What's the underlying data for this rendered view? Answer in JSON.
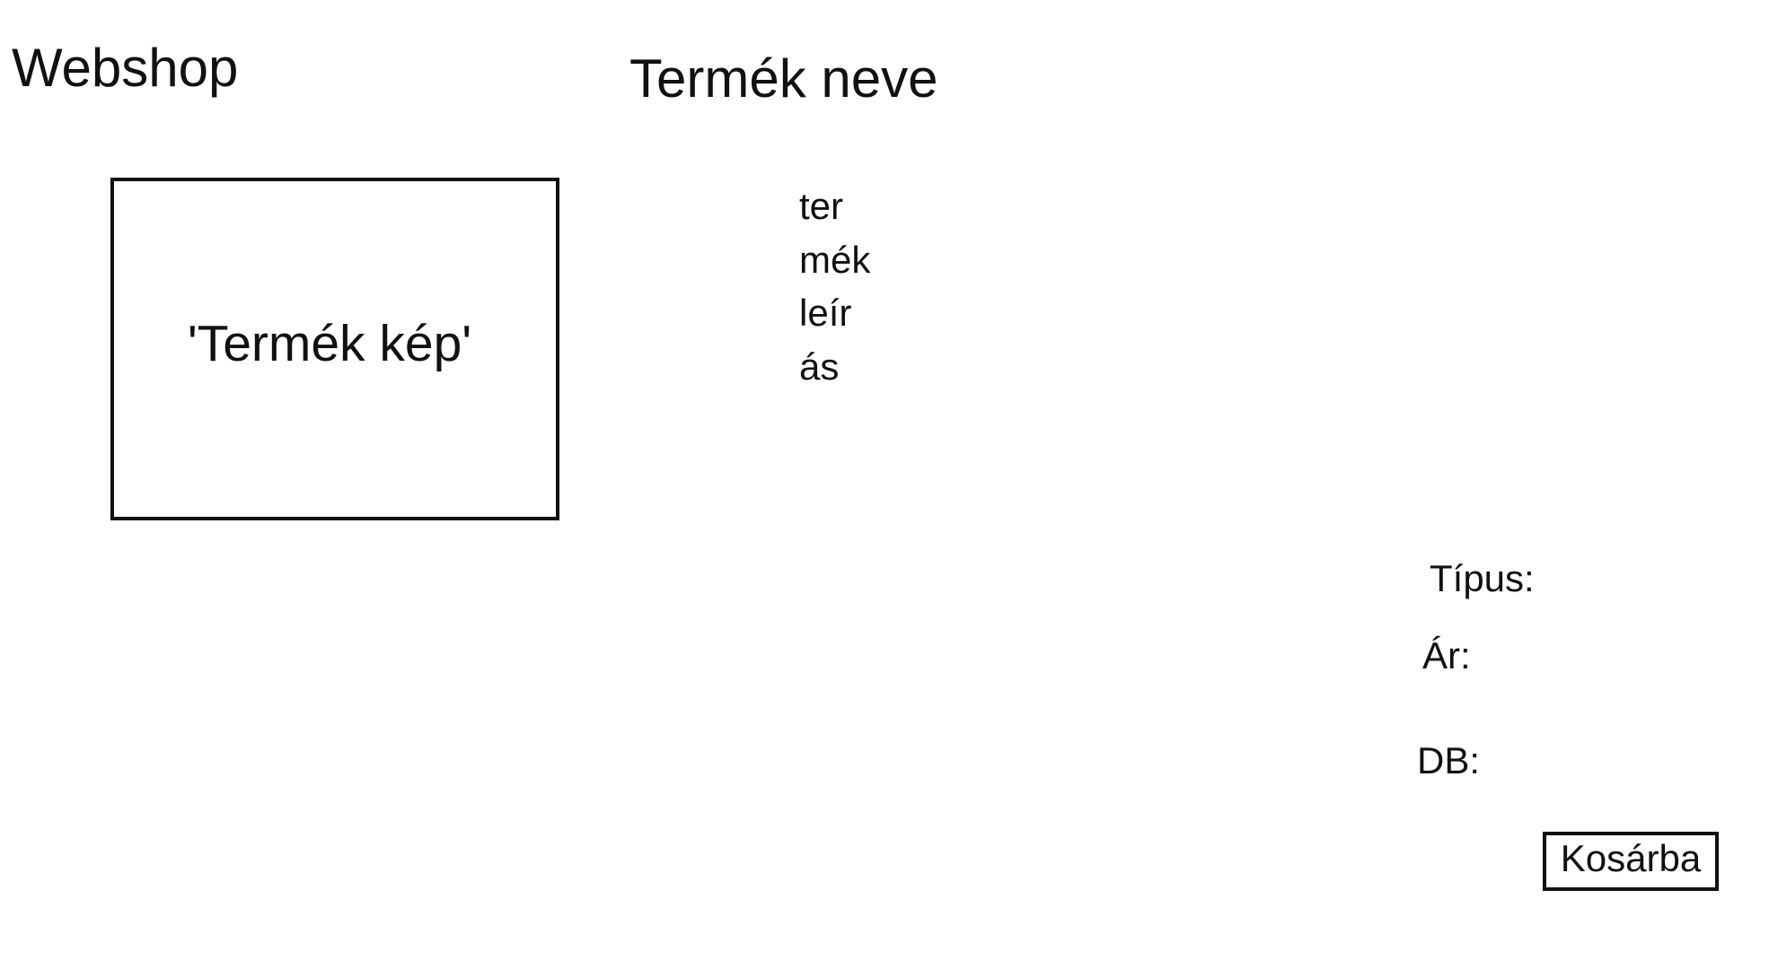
{
  "header": {
    "site_title": "Webshop"
  },
  "product": {
    "name": "Termék neve",
    "image_placeholder": "'Termék kép'",
    "description": "termékleírás"
  },
  "details": {
    "type_label": "Típus:",
    "price_label": "Ár:",
    "quantity_label": "DB:"
  },
  "actions": {
    "add_to_cart_label": "Kosárba"
  }
}
